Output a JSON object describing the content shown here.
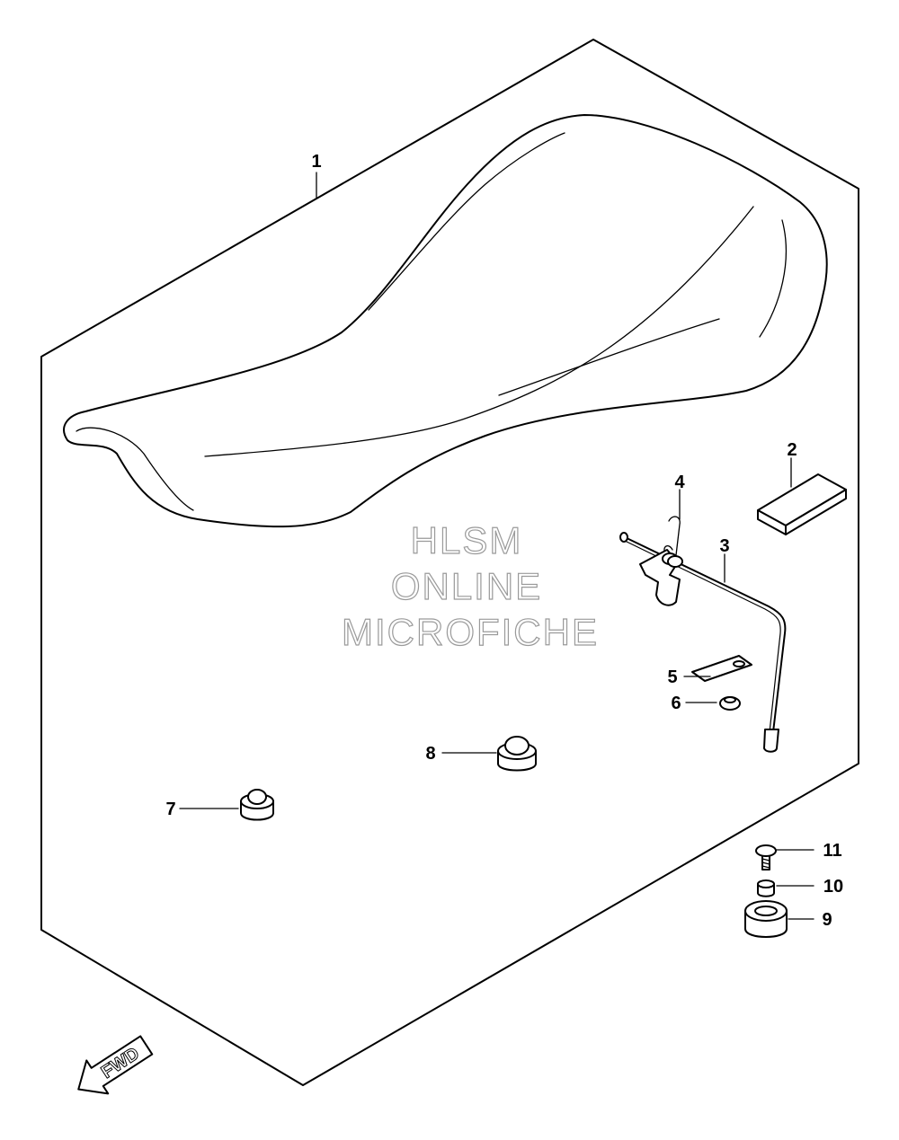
{
  "callouts": [
    {
      "id": "1",
      "label": "1"
    },
    {
      "id": "2",
      "label": "2"
    },
    {
      "id": "3",
      "label": "3"
    },
    {
      "id": "4",
      "label": "4"
    },
    {
      "id": "5",
      "label": "5"
    },
    {
      "id": "6",
      "label": "6"
    },
    {
      "id": "7",
      "label": "7"
    },
    {
      "id": "8",
      "label": "8"
    },
    {
      "id": "9",
      "label": "9"
    },
    {
      "id": "10",
      "label": "10"
    },
    {
      "id": "11",
      "label": "11"
    }
  ],
  "watermark": {
    "line1": "HLSM",
    "line2": "ONLINE",
    "line3": "MICROFICHE"
  },
  "direction_arrow": {
    "label": "FWD"
  }
}
